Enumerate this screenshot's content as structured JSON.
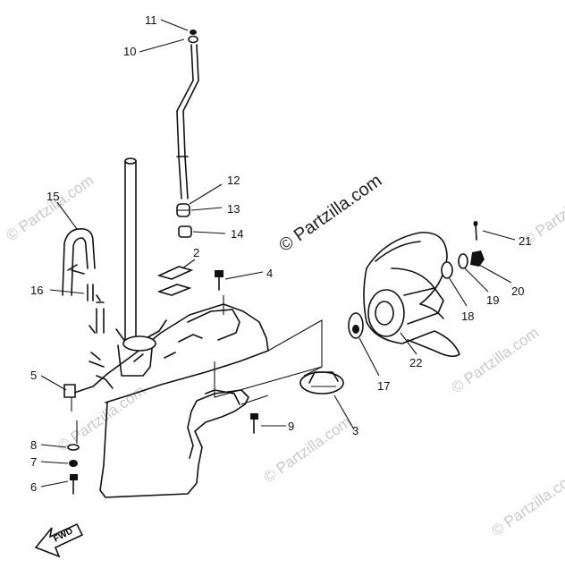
{
  "watermark": {
    "brand": "© Partzilla.com"
  },
  "callouts": {
    "c1": "11",
    "c2": "10",
    "c3": "12",
    "c4": "13",
    "c5": "14",
    "c6": "2",
    "c7": "4",
    "c8": "15",
    "c9": "16",
    "c10": "5",
    "c11": "8",
    "c12": "7",
    "c13": "6",
    "c14": "9",
    "c15": "3",
    "c16": "17",
    "c17": "22",
    "c18": "18",
    "c19": "19",
    "c20": "20",
    "c21": "21"
  },
  "fwd_label": "FWD"
}
